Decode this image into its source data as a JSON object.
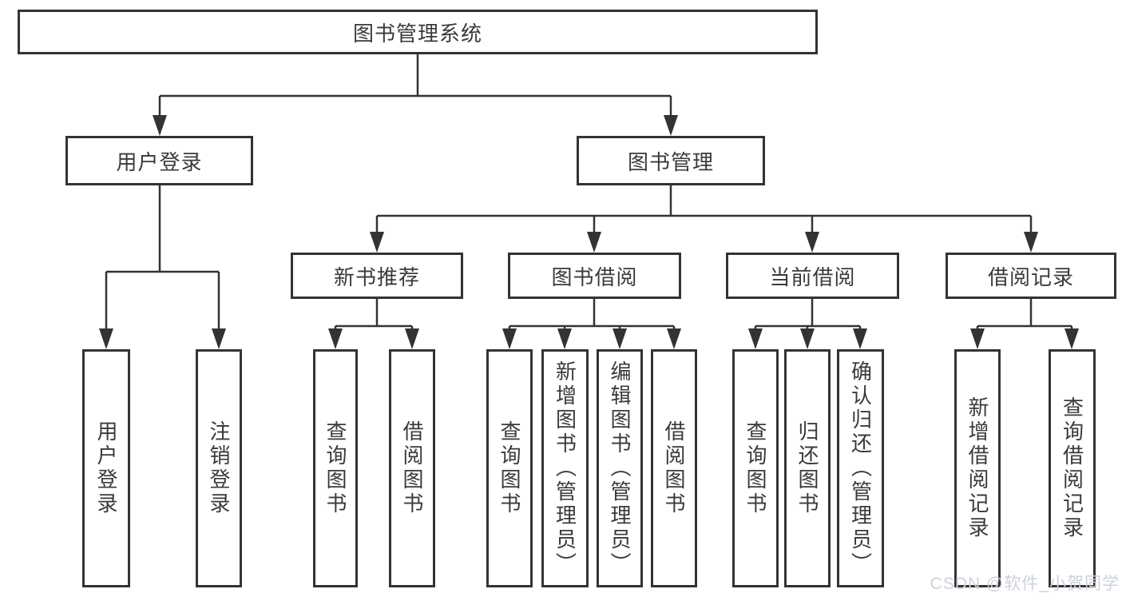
{
  "diagram": {
    "root": {
      "label": "图书管理系统",
      "children": [
        {
          "label": "用户登录",
          "children": [
            {
              "label": "用户登录"
            },
            {
              "label": "注销登录"
            }
          ]
        },
        {
          "label": "图书管理",
          "children": [
            {
              "label": "新书推荐",
              "children": [
                {
                  "label": "查询图书"
                },
                {
                  "label": "借阅图书"
                }
              ]
            },
            {
              "label": "图书借阅",
              "children": [
                {
                  "label": "查询图书"
                },
                {
                  "label": "新增图书（管理员）"
                },
                {
                  "label": "编辑图书（管理员）"
                },
                {
                  "label": "借阅图书"
                }
              ]
            },
            {
              "label": "当前借阅",
              "children": [
                {
                  "label": "查询图书"
                },
                {
                  "label": "归还图书"
                },
                {
                  "label": "确认归还（管理员）"
                }
              ]
            },
            {
              "label": "借阅记录",
              "children": [
                {
                  "label": "新增借阅记录"
                },
                {
                  "label": "查询借阅记录"
                }
              ]
            }
          ]
        }
      ]
    }
  },
  "watermark": {
    "text": "CSDN @软件_小贺同学"
  },
  "colors": {
    "line": "#333333",
    "text": "#3a3a3a",
    "bg": "#ffffff",
    "watermark": "#ccd1da"
  }
}
